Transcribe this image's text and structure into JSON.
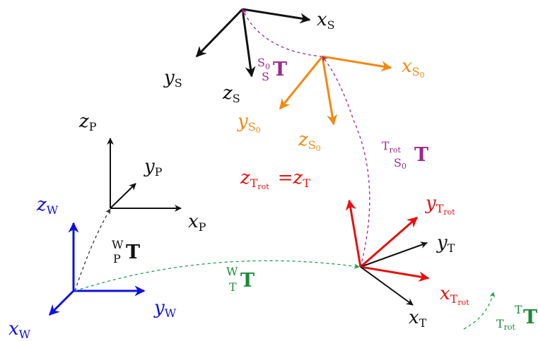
{
  "colors": {
    "black": "#111111",
    "blue": "#1010e0",
    "orange": "#f08a10",
    "red": "#e81010",
    "purple": "#9a2a8a",
    "green": "#19a050",
    "darkgreen": "#1b8a3c"
  },
  "frames": {
    "S": {
      "x": "x",
      "y": "y",
      "z": "z",
      "sub": "S"
    },
    "S0": {
      "x": "x",
      "y": "y",
      "z": "z",
      "sub": "S",
      "subsub": "0"
    },
    "P": {
      "x": "x",
      "y": "y",
      "z": "z",
      "sub": "P"
    },
    "W": {
      "x": "x",
      "y": "y",
      "z": "z",
      "sub": "W"
    },
    "T": {
      "x": "x",
      "y": "y",
      "sub": "T"
    },
    "Trot": {
      "x": "x",
      "y": "y",
      "z": "z",
      "sub": "T",
      "subsub": "rot"
    }
  },
  "equation": {
    "lhs_sub": "T",
    "lhs_subsub": "rot",
    "equals": "=",
    "rhs_sub": "T"
  },
  "transforms": {
    "bold_symbol": "T",
    "S0_S": {
      "sup": "S",
      "sup_sub": "0",
      "sub": "S"
    },
    "Trot_S0": {
      "sup": "T",
      "sup_sub": "rot",
      "sub": "S",
      "sub_sub": "0"
    },
    "W_P": {
      "sup": "W",
      "sub": "P"
    },
    "W_T": {
      "sup": "W",
      "sub": "T"
    },
    "T_Trot": {
      "sup": "T",
      "sub": "T",
      "sub_sub": "rot"
    }
  }
}
